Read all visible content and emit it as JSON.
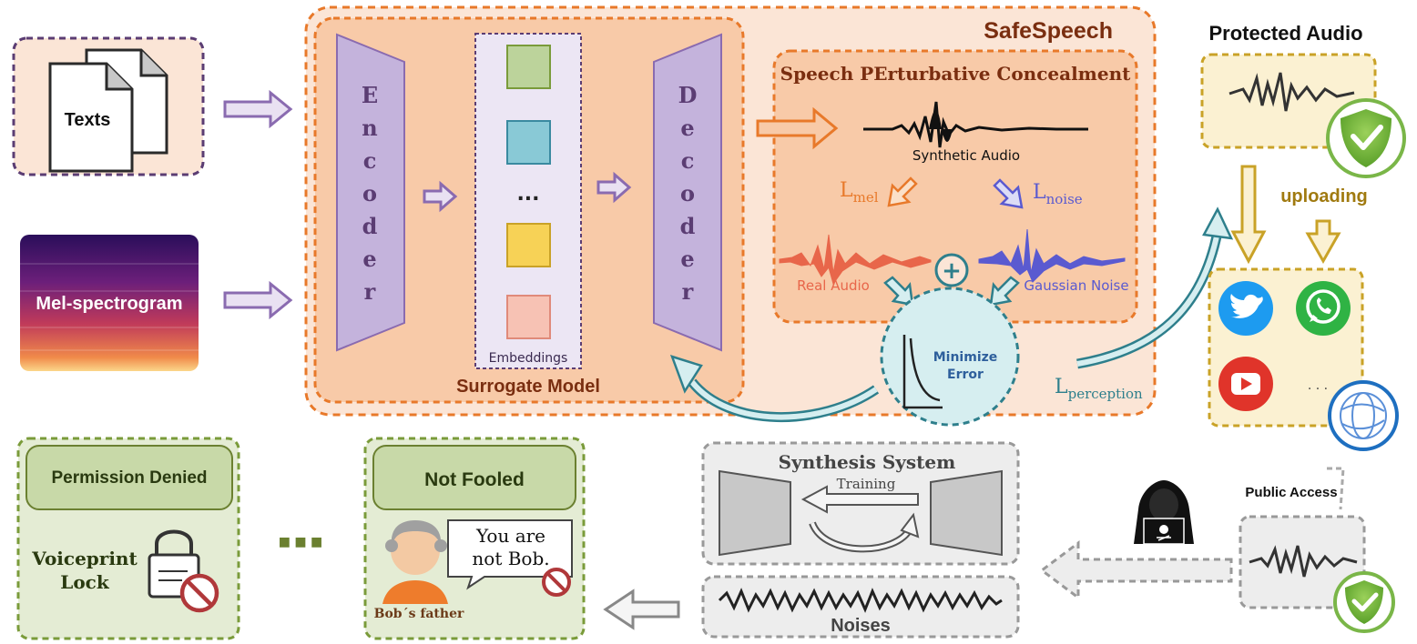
{
  "inputs": {
    "texts_label": "Texts",
    "mel_label": "Mel-spectrogram"
  },
  "safespeech": {
    "title": "SafeSpeech",
    "surrogate_model": "Surrogate Model",
    "encoder_letters": [
      "E",
      "n",
      "c",
      "o",
      "d",
      "e",
      "r"
    ],
    "decoder_letters": [
      "D",
      "e",
      "c",
      "o",
      "d",
      "e",
      "r"
    ],
    "embeddings_label": "Embeddings",
    "ellipsis": "...",
    "embedding_colors": [
      "#bcd39b",
      "#89c9d6",
      "#f7d256",
      "#f7c2b4"
    ]
  },
  "spec": {
    "title": "Speech PErturbative Concealment",
    "synthetic_audio": "Synthetic Audio",
    "l_mel": "L",
    "l_mel_sub": "mel",
    "l_noise": "L",
    "l_noise_sub": "noise",
    "real_audio": "Real Audio",
    "gaussian_noise": "Gaussian Noise",
    "plus": "+",
    "minimize_line1": "Minimize",
    "minimize_line2": "Error",
    "l_perception": "L",
    "l_perception_sub": "perception"
  },
  "protected": {
    "title": "Protected Audio",
    "uploading": "uploading",
    "more_dots": "· · ·"
  },
  "attack": {
    "public_access": "Public Access",
    "synthesis_title": "Synthesis System",
    "training": "Training",
    "noises": "Noises"
  },
  "results": {
    "not_fooled": "Not Fooled",
    "speech_line1": "You are",
    "speech_line2": "not Bob.",
    "bobs_father": "Bob´s father",
    "permission_denied": "Permission Denied",
    "voiceprint_line1": "Voiceprint",
    "voiceprint_line2": "Lock",
    "dots": "■ ■ ■"
  },
  "colors": {
    "purple": "#6b4c8a",
    "orange": "#e8792a",
    "teal": "#2e7f8c",
    "olive": "#7a9b3a",
    "gold": "#c9a227",
    "gray": "#a0a0a0"
  }
}
